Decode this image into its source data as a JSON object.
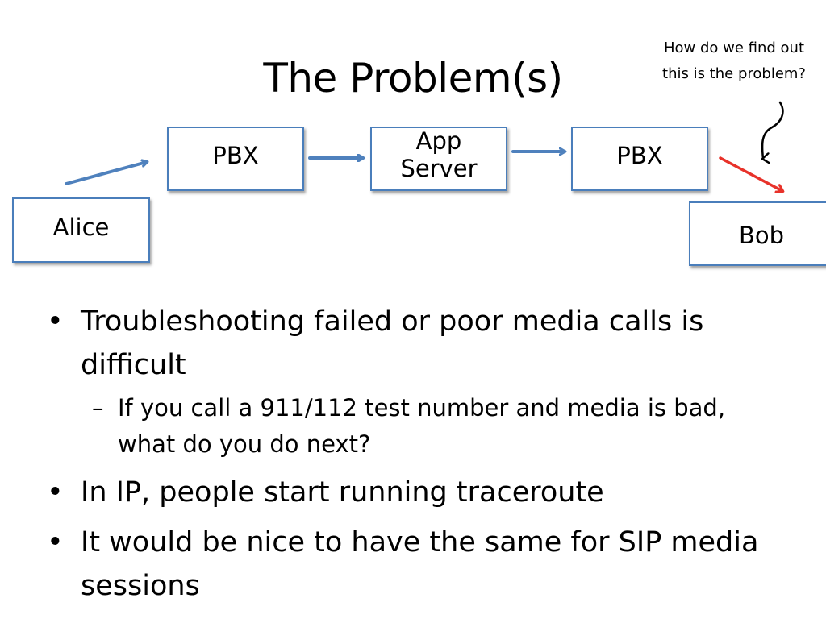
{
  "slide": {
    "title": "The Problem(s)",
    "callout": "How do we find out this is the problem?"
  },
  "diagram": {
    "nodes": {
      "alice": "Alice",
      "pbx1": "PBX",
      "app_line1": "App",
      "app_line2": "Server",
      "pbx2": "PBX",
      "bob": "Bob"
    },
    "colors": {
      "box_border": "#4a7ebb",
      "arrow_normal": "#4f81bd",
      "arrow_problem": "#e8322a"
    }
  },
  "bullets": [
    {
      "text": "Troubleshooting failed or poor media calls is difficult",
      "sub": [
        "If you call a 911/112 test number and media is bad, what do you do next?"
      ]
    },
    {
      "text": "In IP, people start running traceroute",
      "sub": []
    },
    {
      "text": "It would be nice to have the same for SIP media sessions",
      "sub": []
    }
  ],
  "glyphs": {
    "bullet": "•",
    "dash": "–"
  }
}
